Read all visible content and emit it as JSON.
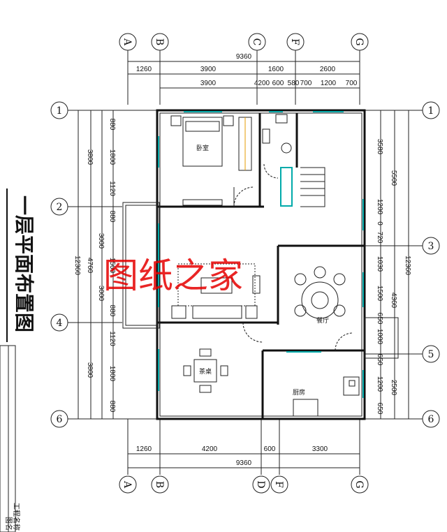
{
  "title": "一层平面布置图",
  "watermark": "图纸之家",
  "axes_top": [
    "A",
    "B",
    "C",
    "F",
    "G"
  ],
  "axes_bottom": [
    "A",
    "B",
    "D",
    "F",
    "G"
  ],
  "axes_left": [
    "1",
    "2",
    "4",
    "6"
  ],
  "axes_right": [
    "1",
    "3",
    "5",
    "6"
  ],
  "dims_top": {
    "total": "9360",
    "row1": [
      "1260",
      "3900",
      "1600",
      "2600"
    ],
    "row2": [
      "3900",
      "4200",
      "600",
      "580",
      "700",
      "1200",
      "700"
    ]
  },
  "dims_bottom": {
    "row1": [
      "1260",
      "4200",
      "600",
      "3300"
    ],
    "total": "9360"
  },
  "dims_left": {
    "row_outer": [
      "3800",
      "4760",
      "3800"
    ],
    "row_mid": [
      "880",
      "1800",
      "1120",
      "880",
      "1500",
      "880",
      "1120",
      "1800",
      "880"
    ],
    "total": "12360",
    "row_sub": [
      "3000",
      "3000"
    ]
  },
  "dims_right": {
    "row_outer": [
      "5500",
      "4360",
      "2500"
    ],
    "row_mid": [
      "3580",
      "1200",
      "0",
      "720",
      "1030",
      "1500",
      "650",
      "1000",
      "650",
      "1200",
      "650"
    ],
    "total": "12360"
  },
  "rooms": {
    "bedroom": "卧室",
    "dining": "餐厅",
    "kitchen": "厨房",
    "tearoom": "茶桌"
  },
  "titleblock": [
    "工程名称",
    "图名"
  ]
}
